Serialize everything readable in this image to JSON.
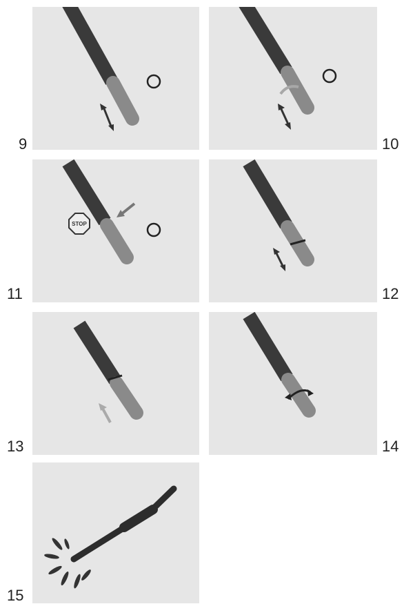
{
  "steps": [
    {
      "number": "9"
    },
    {
      "number": "10"
    },
    {
      "number": "11",
      "sign_text": "STOP"
    },
    {
      "number": "12"
    },
    {
      "number": "13"
    },
    {
      "number": "14"
    },
    {
      "number": "15"
    }
  ],
  "colors": {
    "panel_bg": "#e6e6e6",
    "handle": "#3a3a3a",
    "grip": "#8a8a8a",
    "arrow": "#333333",
    "faded": "#a8a8a8"
  },
  "icons": [
    "arrow-icon",
    "circle-icon",
    "stop-sign-icon",
    "rotate-arrow-icon",
    "spray-icon"
  ]
}
